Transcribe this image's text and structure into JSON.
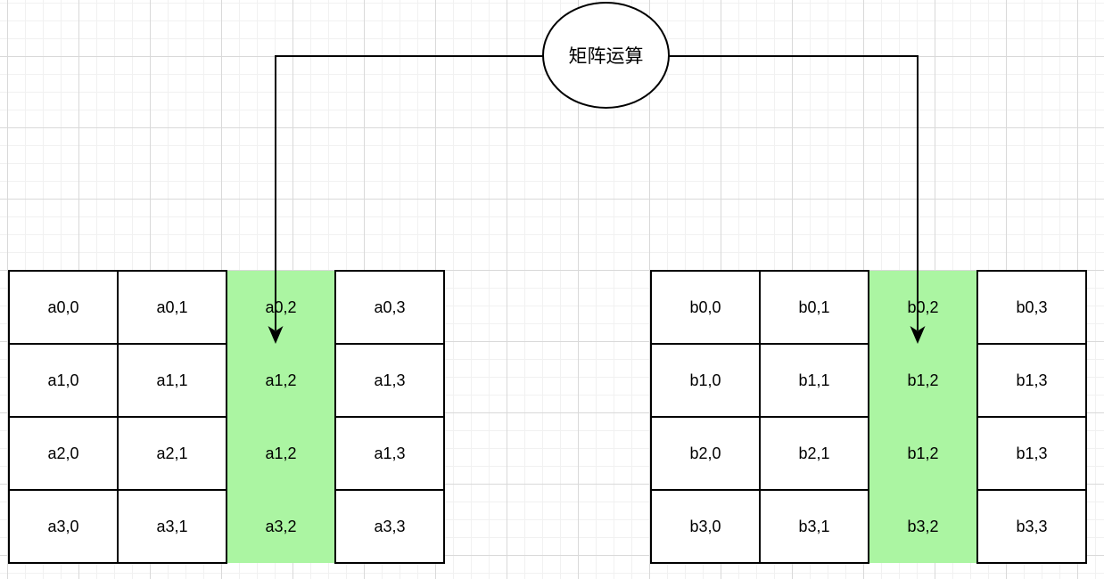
{
  "diagram": {
    "node": {
      "label": "矩阵运算"
    },
    "colors": {
      "highlight": "#abf5a2",
      "stroke": "#000000",
      "grid_minor": "#f1f1f1",
      "grid_major": "#d9d9d9"
    },
    "matrix_a": {
      "highlighted_column": 2,
      "rows": [
        [
          "a0,0",
          "a0,1",
          "a0,2",
          "a0,3"
        ],
        [
          "a1,0",
          "a1,1",
          "a1,2",
          "a1,3"
        ],
        [
          "a2,0",
          "a2,1",
          "a1,2",
          "a1,3"
        ],
        [
          "a3,0",
          "a3,1",
          "a3,2",
          "a3,3"
        ]
      ]
    },
    "matrix_b": {
      "highlighted_column": 2,
      "rows": [
        [
          "b0,0",
          "b0,1",
          "b0,2",
          "b0,3"
        ],
        [
          "b1,0",
          "b1,1",
          "b1,2",
          "b1,3"
        ],
        [
          "b2,0",
          "b2,1",
          "b1,2",
          "b1,3"
        ],
        [
          "b3,0",
          "b3,1",
          "b3,2",
          "b3,3"
        ]
      ]
    }
  }
}
